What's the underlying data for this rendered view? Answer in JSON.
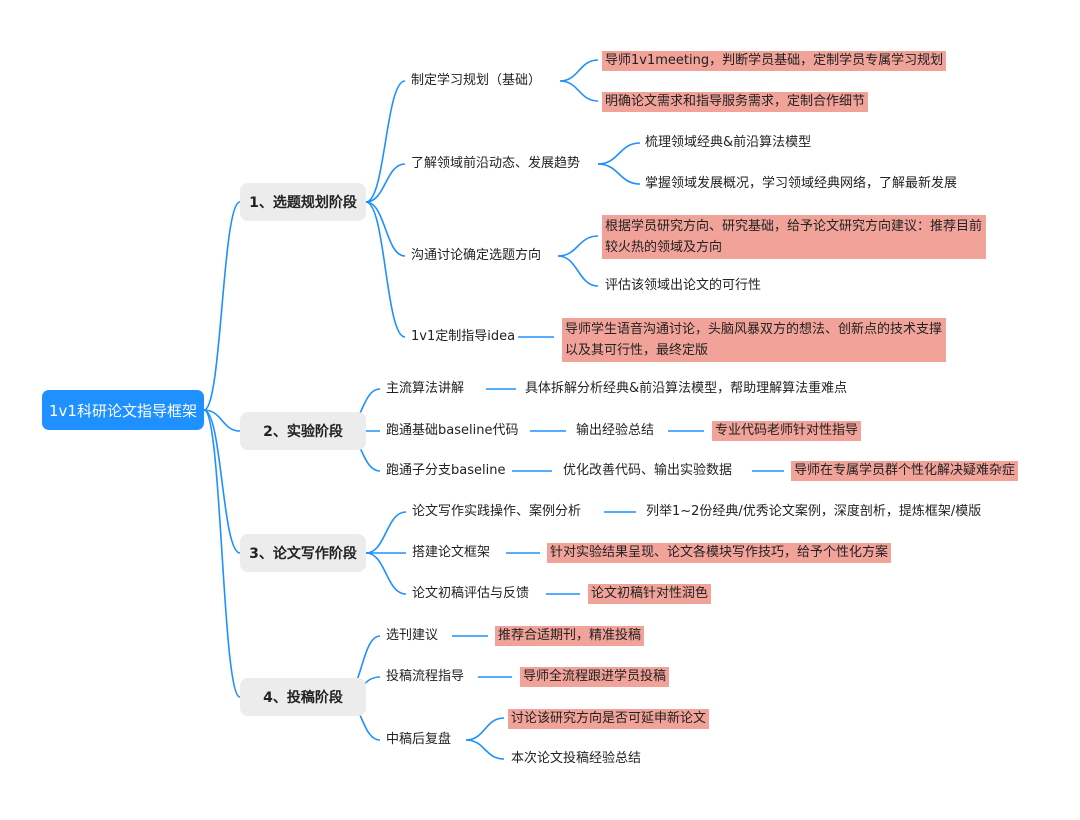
{
  "root": "1v1科研论文指导框架",
  "colors": {
    "line": "#1e90ff",
    "highlight": "#f1a39a",
    "stage_bg": "#ececec",
    "root_bg": "#1e90ff"
  },
  "stages": [
    {
      "label": "1、选题规划阶段",
      "items": [
        {
          "label": "制定学习规划（基础）",
          "details": [
            {
              "text": "导师1v1meeting，判断学员基础，定制学员专属学习规划",
              "hl": true
            },
            {
              "text": "明确论文需求和指导服务需求，定制合作细节",
              "hl": true
            }
          ]
        },
        {
          "label": "了解领域前沿动态、发展趋势",
          "details": [
            {
              "text": "梳理领域经典&前沿算法模型",
              "hl": false
            },
            {
              "text": "掌握领域发展概况，学习领域经典网络，了解最新发展",
              "hl": false
            }
          ]
        },
        {
          "label": "沟通讨论确定选题方向",
          "details": [
            {
              "text": "根据学员研究方向、研究基础，给予论文研究方向建议：推荐目前较火热的领域及方向",
              "hl": true
            },
            {
              "text": "评估该领域出论文的可行性",
              "hl": false
            }
          ]
        },
        {
          "label": "1v1定制指导idea",
          "details": [
            {
              "text": "导师学生语音沟通讨论，头脑风暴双方的想法、创新点的技术支撑以及其可行性，最终定版",
              "hl": true
            }
          ]
        }
      ]
    },
    {
      "label": "2、实验阶段",
      "items": [
        {
          "label": "主流算法讲解",
          "details": [
            {
              "text": "具体拆解分析经典&前沿算法模型，帮助理解算法重难点",
              "hl": false
            }
          ]
        },
        {
          "label": "跑通基础baseline代码",
          "details": [
            {
              "text": "输出经验总结",
              "hl": false
            },
            {
              "text": "专业代码老师针对性指导",
              "hl": true
            }
          ]
        },
        {
          "label": "跑通子分支baseline",
          "details": [
            {
              "text": "优化改善代码、输出实验数据",
              "hl": false
            },
            {
              "text": "导师在专属学员群个性化解决疑难杂症",
              "hl": true
            }
          ]
        }
      ]
    },
    {
      "label": "3、论文写作阶段",
      "items": [
        {
          "label": "论文写作实践操作、案例分析",
          "details": [
            {
              "text": "列举1~2份经典/优秀论文案例，深度剖析，提炼框架/模版",
              "hl": false
            }
          ]
        },
        {
          "label": "搭建论文框架",
          "details": [
            {
              "text": "针对实验结果呈现、论文各模块写作技巧，给予个性化方案",
              "hl": true
            }
          ]
        },
        {
          "label": "论文初稿评估与反馈",
          "details": [
            {
              "text": "论文初稿针对性润色",
              "hl": true
            }
          ]
        }
      ]
    },
    {
      "label": "4、投稿阶段",
      "items": [
        {
          "label": "选刊建议",
          "details": [
            {
              "text": "推荐合适期刊，精准投稿",
              "hl": true
            }
          ]
        },
        {
          "label": "投稿流程指导",
          "details": [
            {
              "text": "导师全流程跟进学员投稿",
              "hl": true
            }
          ]
        },
        {
          "label": "中稿后复盘",
          "details": [
            {
              "text": "讨论该研究方向是否可延申新论文",
              "hl": true
            },
            {
              "text": "本次论文投稿经验总结",
              "hl": false
            }
          ]
        }
      ]
    }
  ]
}
